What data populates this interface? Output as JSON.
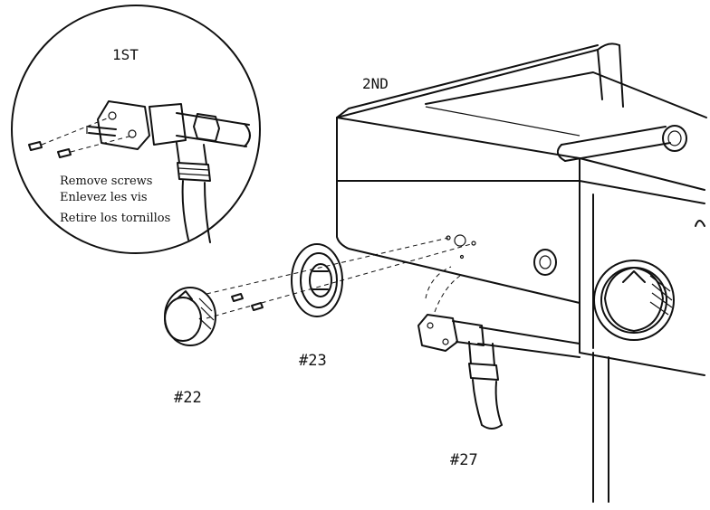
{
  "steps": {
    "first": "1ST",
    "second": "2ND"
  },
  "instructions": {
    "en": "Remove screws",
    "fr": "Enlevez les vis",
    "es": "Retire los tornillos"
  },
  "parts": {
    "knob": "#22",
    "bezel": "#23",
    "valve": "#27"
  }
}
